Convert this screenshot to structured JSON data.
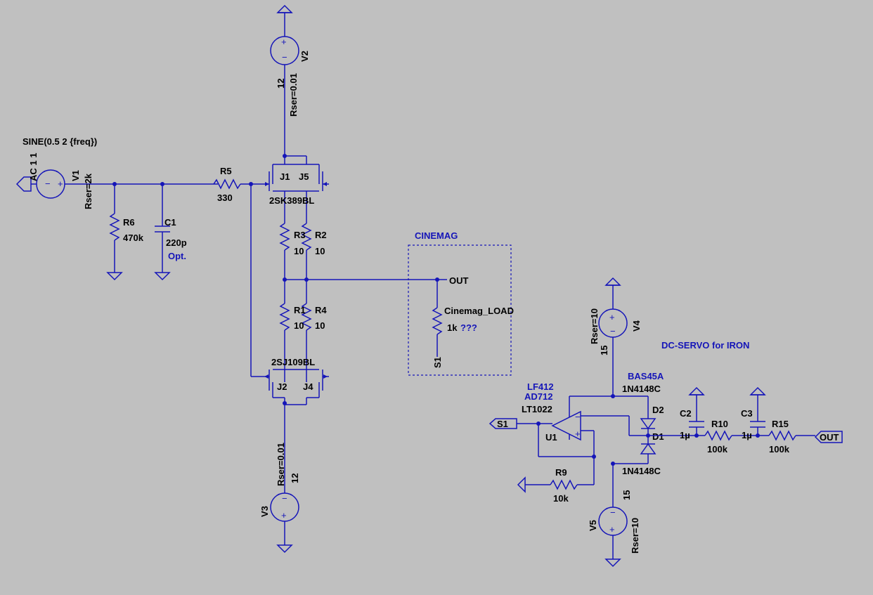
{
  "directives": {
    "v1_sine": "SINE(0.5 2 {freq})",
    "v1_ac": "AC 1 1",
    "cinemag_title": "CINEMAG",
    "dc_servo_title": "DC-SERVO for IRON"
  },
  "components": {
    "v1": {
      "name": "V1",
      "rser": "Rser=2k"
    },
    "v2": {
      "name": "V2",
      "value": "12",
      "rser": "Rser=0.01"
    },
    "v3": {
      "name": "V3",
      "value": "12",
      "rser": "Rser=0.01"
    },
    "v4": {
      "name": "V4",
      "value": "15",
      "rser": "Rser=10"
    },
    "v5": {
      "name": "V5",
      "value": "15",
      "rser": "Rser=10"
    },
    "r1": {
      "name": "R1",
      "value": "10"
    },
    "r2": {
      "name": "R2",
      "value": "10"
    },
    "r3": {
      "name": "R3",
      "value": "10"
    },
    "r4": {
      "name": "R4",
      "value": "10"
    },
    "r5": {
      "name": "R5",
      "value": "330"
    },
    "r6": {
      "name": "R6",
      "value": "470k"
    },
    "r9": {
      "name": "R9",
      "value": "10k"
    },
    "r10": {
      "name": "R10",
      "value": "100k"
    },
    "r15": {
      "name": "R15",
      "value": "100k"
    },
    "c1": {
      "name": "C1",
      "value": "220p",
      "note": "Opt."
    },
    "c2": {
      "name": "C2",
      "value": "1µ"
    },
    "c3": {
      "name": "C3",
      "value": "1µ"
    },
    "j_top": {
      "j1": "J1",
      "j5": "J5",
      "part": "2SK389BL"
    },
    "j_bot": {
      "j2": "J2",
      "j4": "J4",
      "part": "2SJ109BL"
    },
    "load": {
      "name": "Cinemag_LOAD",
      "value": "1k",
      "note": "???"
    },
    "u1": {
      "name": "U1",
      "opt1": "LF412",
      "opt2": "AD712",
      "part": "LT1022"
    },
    "d1": {
      "name": "D1",
      "part": "1N4148C"
    },
    "d2": {
      "name": "D2",
      "part": "1N4148C",
      "opt": "BAS45A"
    }
  },
  "nets": {
    "out": "OUT",
    "s1": "S1"
  }
}
